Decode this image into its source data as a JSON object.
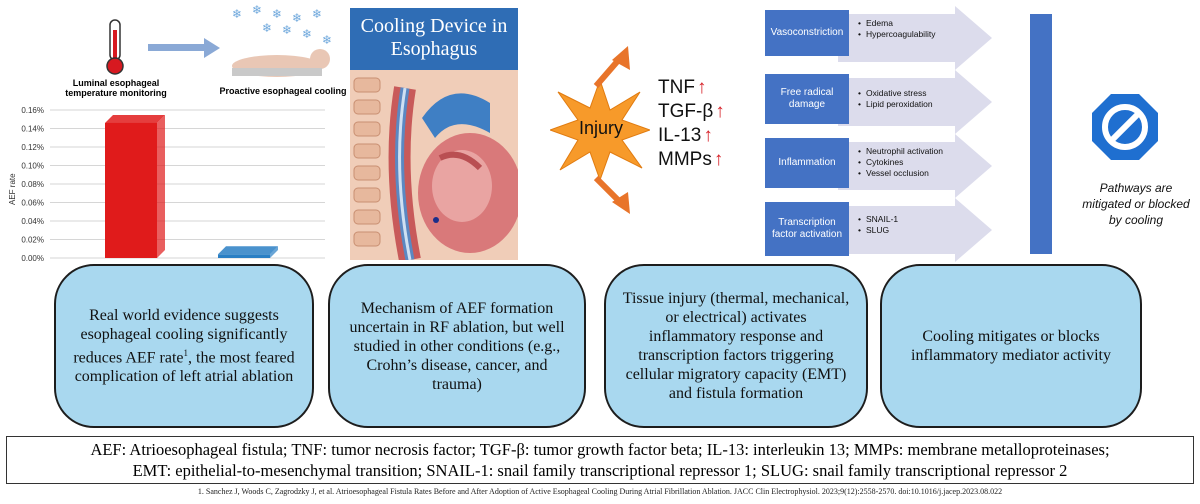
{
  "top_left": {
    "thermometer_label": "Luminal esophageal temperature monitoring",
    "cooling_label": "Proactive esophageal cooling"
  },
  "chart_data": {
    "type": "bar",
    "categories": [
      "",
      ""
    ],
    "values": [
      0.146,
      0.004
    ],
    "ylabel": "AEF rate",
    "ylim": [
      0,
      0.16
    ],
    "yticks": [
      "0.00%",
      "0.02%",
      "0.04%",
      "0.06%",
      "0.08%",
      "0.10%",
      "0.12%",
      "0.14%",
      "0.16%"
    ],
    "grid": true,
    "bar_colors": [
      "#e01b1b",
      "#2a7fc4"
    ]
  },
  "device": {
    "title_line1": "Cooling Device in",
    "title_line2": "Esophagus"
  },
  "injury": {
    "word": "Injury",
    "markers": [
      {
        "name": "TNF",
        "arrow": "↑"
      },
      {
        "name": "TGF-β",
        "arrow": "↑"
      },
      {
        "name": "IL-13",
        "arrow": "↑"
      },
      {
        "name": "MMPs",
        "arrow": "↑"
      }
    ]
  },
  "pathways": [
    {
      "label": "Vasoconstriction",
      "effects": [
        "Edema",
        "Hypercoagulability"
      ]
    },
    {
      "label": "Free radical damage",
      "effects": [
        "Oxidative stress",
        "Lipid peroxidation"
      ]
    },
    {
      "label": "Inflammation",
      "effects": [
        "Neutrophil activation",
        "Cytokines",
        "Vessel occlusion"
      ]
    },
    {
      "label": "Transcription factor activation",
      "effects": [
        "SNAIL-1",
        "SLUG"
      ]
    }
  ],
  "blocked_text": "Pathways are mitigated or blocked by cooling",
  "boxes": [
    {
      "text_before": "Real world evidence suggests esophageal cooling significantly reduces AEF rate",
      "superscript": "1",
      "text_after": ", the most feared complication of left atrial ablation"
    },
    {
      "text": "Mechanism of AEF formation uncertain in RF ablation, but well studied in other conditions (e.g., Crohn’s disease, cancer, and trauma)"
    },
    {
      "text": "Tissue injury (thermal, mechanical, or electrical) activates inflammatory response and transcription factors triggering cellular migratory capacity (EMT) and fistula formation"
    },
    {
      "text": "Cooling mitigates or blocks inflammatory mediator activity"
    }
  ],
  "abbreviations_line1": "AEF: Atrioesophageal fistula; TNF: tumor necrosis factor; TGF-β: tumor growth factor beta; IL-13: interleukin 13; MMPs: membrane metalloproteinases;",
  "abbreviations_line2": "EMT: epithelial-to-mesenchymal transition; SNAIL-1: snail family transcriptional repressor 1; SLUG: snail family transcriptional repressor 2",
  "reference": "1. Sanchez J, Woods C, Zagrodzky J, et al. Atrioesophageal Fistula Rates Before and After Adoption of Active Esophageal Cooling During Atrial Fibrillation Ablation. JACC Clin Electrophysiol. 2023;9(12):2558-2570. doi:10.1016/j.jacep.2023.08.022"
}
